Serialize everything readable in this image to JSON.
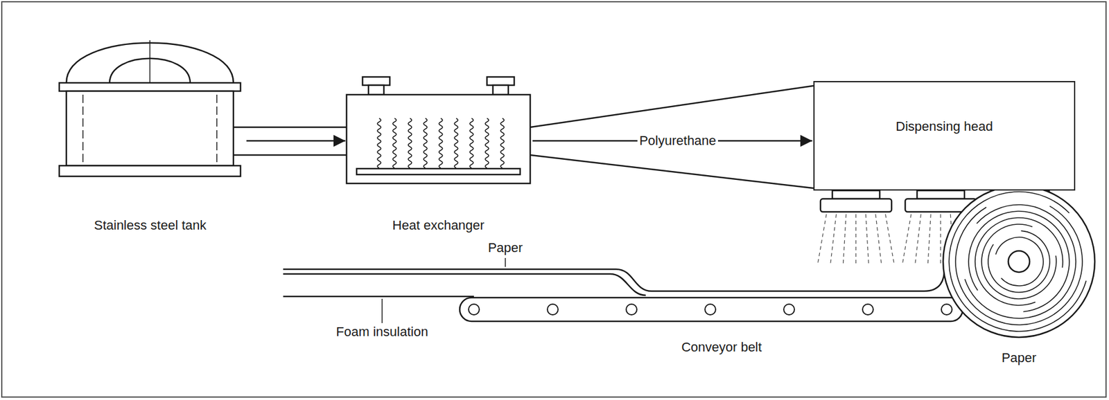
{
  "diagram": {
    "nodes": [
      {
        "text": [
          "Stainless steel tank"
        ]
      },
      {
        "text": [
          "Heat exchanger"
        ]
      },
      {
        "text": [
          "Dispensing head"
        ]
      },
      {
        "text": [
          "Paper"
        ]
      }
    ],
    "edges": [
      {
        "from": 0,
        "to": 1,
        "arrow": "to"
      },
      {
        "from": 1,
        "to": 2,
        "label": "Polyurethane",
        "arrow": "to"
      }
    ],
    "labels": [
      "Paper",
      "Foam insulation",
      "Conveyor belt"
    ]
  }
}
